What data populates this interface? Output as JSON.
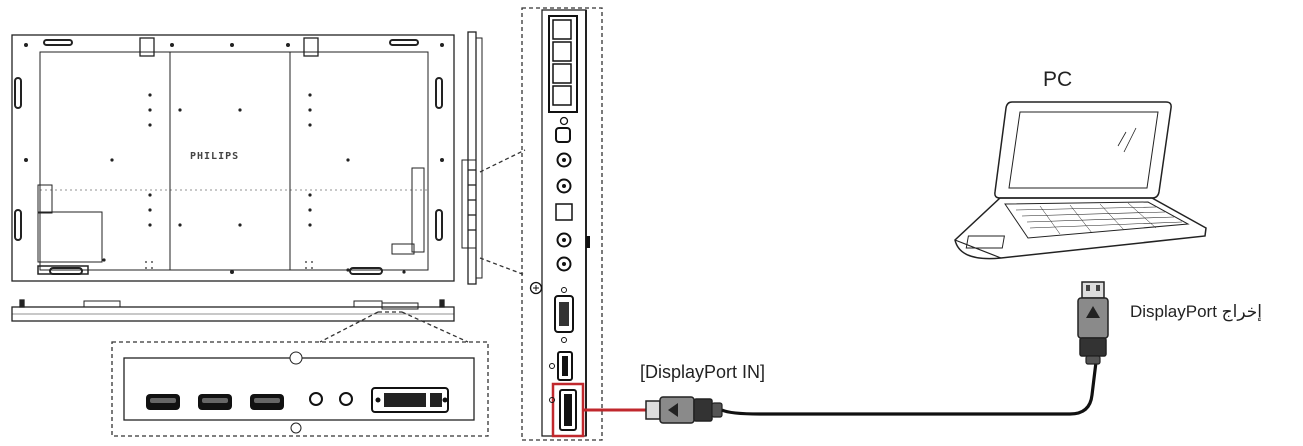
{
  "labels": {
    "pc": "PC",
    "displayport_in": "[DisplayPort IN]",
    "displayport_out": "DisplayPort إخراج",
    "brand": "PHILIPS"
  },
  "colors": {
    "line": "#222222",
    "connector_fill": "#8a8a8a",
    "connector_dark": "#333333",
    "highlight": "#c0282d"
  },
  "icons": {
    "display_back": "display-rear-panel",
    "display_side": "display-side-profile",
    "display_bottom": "display-bottom-profile",
    "laptop": "laptop-icon",
    "dp_plug": "displayport-plug-icon"
  }
}
